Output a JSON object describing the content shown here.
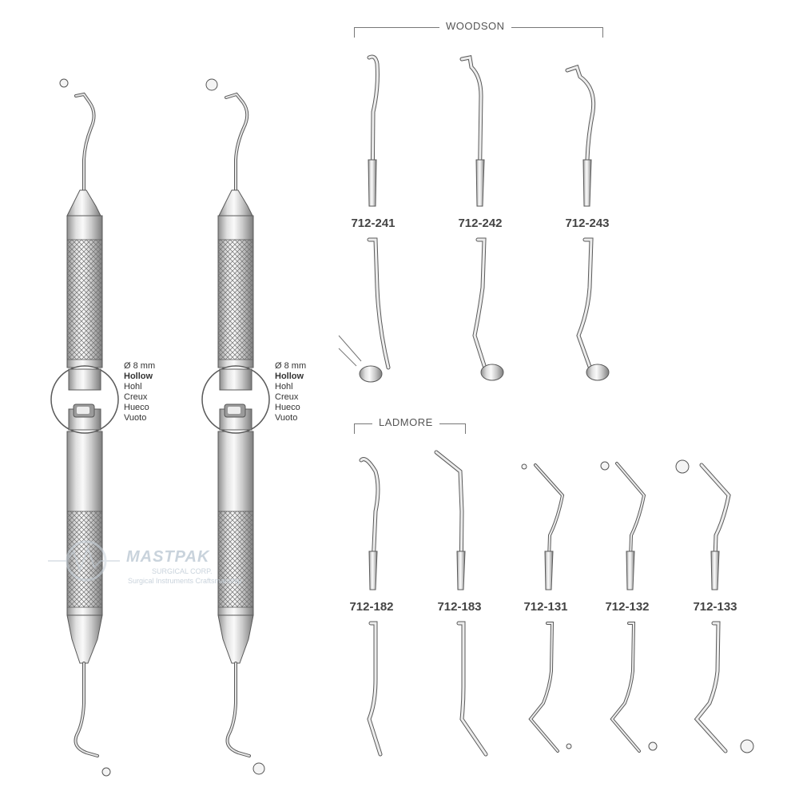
{
  "groups": {
    "woodson": "WOODSON",
    "ladmore": "LADMORE"
  },
  "instruments": {
    "woodson": [
      "712-241",
      "712-242",
      "712-243"
    ],
    "ladmore": [
      "712-182",
      "712-183"
    ],
    "others": [
      "712-131",
      "712-132",
      "712-133"
    ]
  },
  "handle_spec": {
    "diameter": "Ø 8 mm",
    "hollow": "Hollow",
    "translations": [
      "Hohl",
      "Creux",
      "Hueco",
      "Vuoto"
    ]
  },
  "watermark": {
    "brand": "MASTPAK",
    "line1": "SURGICAL CORP.",
    "line2": "Surgical Instruments Craftsmanship"
  },
  "colors": {
    "steel_light": "#e8e8e8",
    "steel_dark": "#8f8f8f",
    "outline": "#5a5a5a",
    "watermark": "#c9d3dc"
  }
}
